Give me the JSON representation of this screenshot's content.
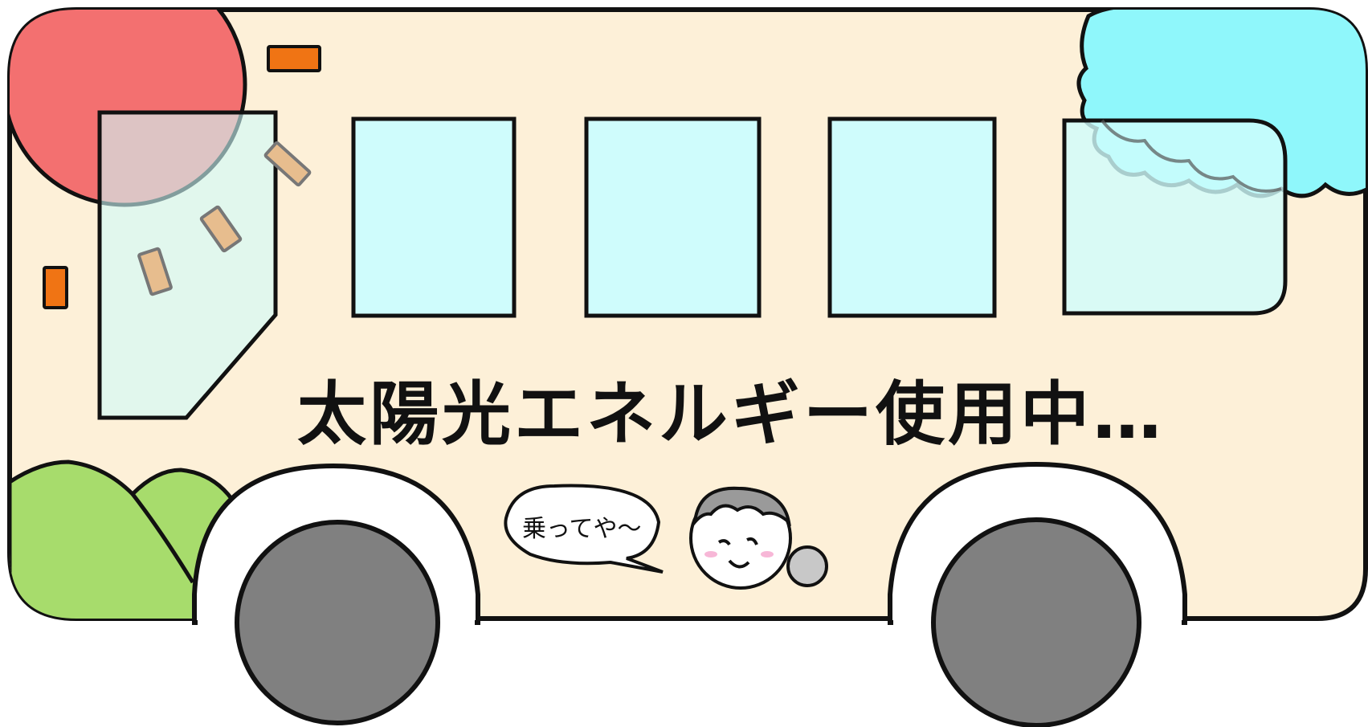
{
  "illustration": {
    "subject": "bus",
    "slogan": "太陽光エネルギー使用中…",
    "speech_bubble": "乗ってや～",
    "colors": {
      "bus_body": "#fdf0d8",
      "outline": "#111111",
      "window": "#cffcfc",
      "sun": "#f37070",
      "cloud": "#8ff7fb",
      "hills": "#a7dc6c",
      "lights": "#f07414",
      "wheel": "#808080",
      "sun_rays": "#e7bd8e"
    }
  }
}
